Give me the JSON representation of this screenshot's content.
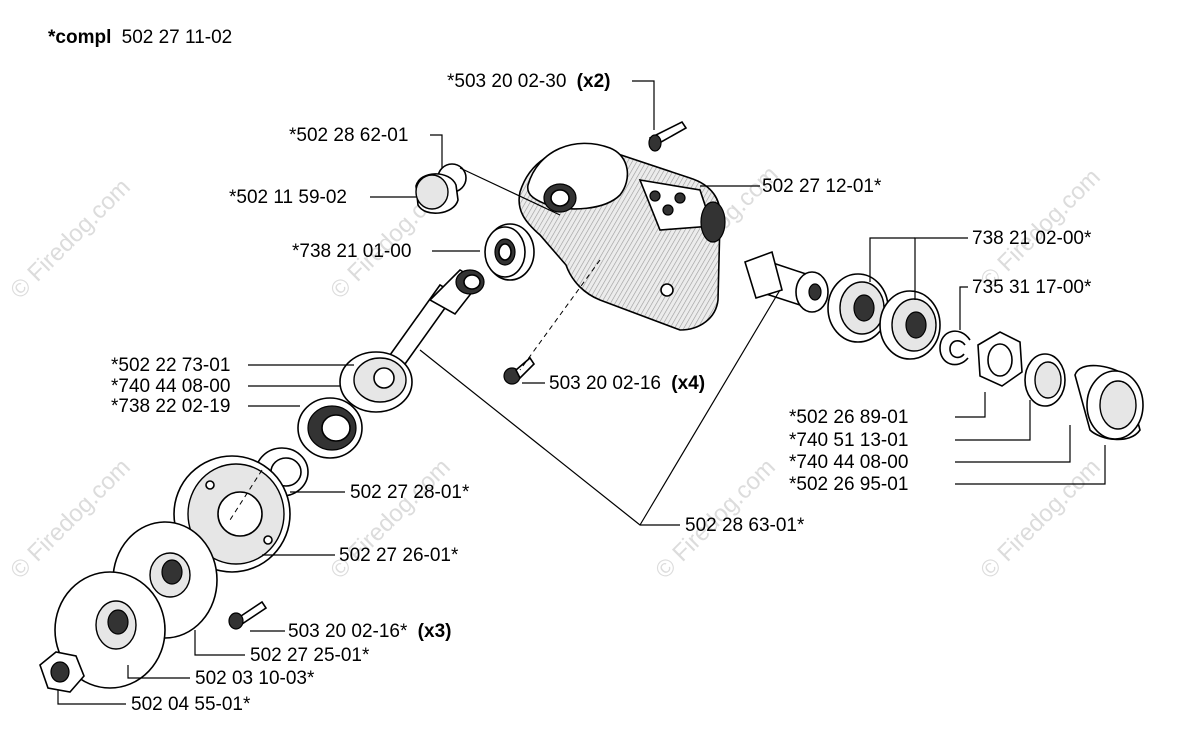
{
  "header": {
    "compl_prefix": "*compl",
    "compl_number": "502 27 11-02"
  },
  "watermark": "© Firedog.com",
  "labels": {
    "l_503200230": {
      "text": "*503 20 02-30",
      "suffix": "(x2)"
    },
    "l_502286201": {
      "text": "*502 28 62-01"
    },
    "l_502115902": {
      "text": "*502 11 59-02"
    },
    "l_502271201": {
      "text": "502 27 12-01*"
    },
    "l_738210100": {
      "text": "*738 21 01-00"
    },
    "l_738210200": {
      "text": "738 21 02-00*"
    },
    "l_735311700": {
      "text": "735 31 17-00*"
    },
    "l_502227301": {
      "text": "*502 22 73-01"
    },
    "l_740440800a": {
      "text": "*740 44 08-00"
    },
    "l_738220219": {
      "text": "*738 22 02-19"
    },
    "l_503200216": {
      "text": "503 20 02-16",
      "suffix": "(x4)"
    },
    "l_502268901": {
      "text": "*502 26 89-01"
    },
    "l_740511301": {
      "text": "*740 51 13-01"
    },
    "l_740440800b": {
      "text": "*740 44 08-00"
    },
    "l_502269501": {
      "text": "*502 26 95-01"
    },
    "l_502272801": {
      "text": "502 27 28-01*"
    },
    "l_502286301": {
      "text": "502 28 63-01*"
    },
    "l_502272601": {
      "text": "502 27 26-01*"
    },
    "l_503200216b": {
      "text": "503 20 02-16*",
      "suffix": "(x3)"
    },
    "l_502272501": {
      "text": "502 27 25-01*"
    },
    "l_502031003": {
      "text": "502 03 10-03*"
    },
    "l_502045501": {
      "text": "502 04 55-01*"
    }
  }
}
